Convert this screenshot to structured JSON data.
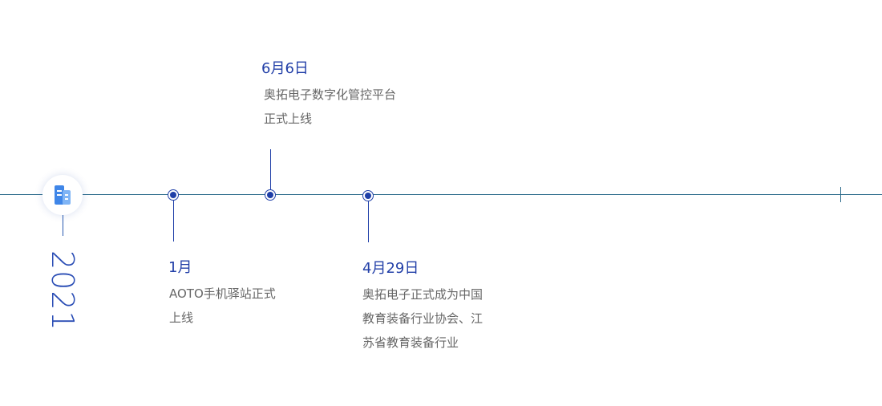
{
  "timeline": {
    "year": "2021",
    "icon": "building-icon",
    "colors": {
      "accent": "#2340a8",
      "line": "#2a6a8a",
      "text": "#666666"
    },
    "events": [
      {
        "date": "1月",
        "lines": [
          "AOTO手机驿站正式",
          "上线"
        ]
      },
      {
        "date": "6月6日",
        "lines": [
          "奥拓电子数字化管控平台",
          "正式上线"
        ]
      },
      {
        "date": "4月29日",
        "lines": [
          "奥拓电子正式成为中国",
          "教育装备行业协会、江",
          "苏省教育装备行业"
        ]
      }
    ]
  }
}
